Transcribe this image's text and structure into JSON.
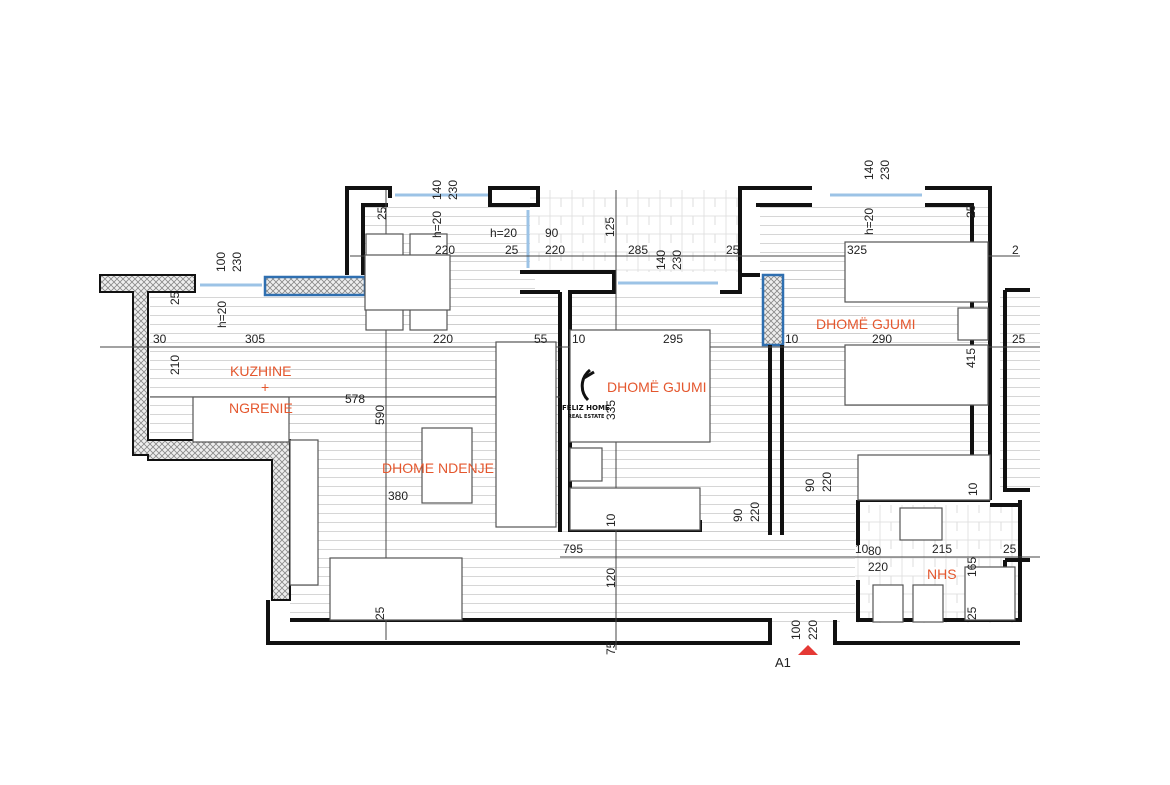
{
  "rooms": {
    "kitchen_line1": "KUZHINE",
    "kitchen_plus": "+",
    "kitchen_line2": "NGRENIE",
    "living": "DHOME NDENJE",
    "bedroom_1": "DHOMË GJUMI",
    "bedroom_2": "DHOMË GJUMI",
    "bathroom": "NHS"
  },
  "logo": {
    "name": "FELIZ HOME",
    "sub": "REAL ESTATE"
  },
  "section_marker": "A1",
  "colors": {
    "room_label": "#e4572e",
    "window": "#9cc3e6",
    "column": "#2f6fb0",
    "marker": "#e53935"
  },
  "dims": [
    "140",
    "230",
    "25",
    "h=20",
    "h=20",
    "90",
    "25",
    "220",
    "125",
    "285",
    "140",
    "230",
    "25",
    "140",
    "230",
    "h=20",
    "25",
    "325",
    "2",
    "100",
    "230",
    "h=20",
    "25",
    "30",
    "305",
    "220",
    "55",
    "10",
    "295",
    "10",
    "290",
    "415",
    "25",
    "210",
    "578",
    "590",
    "335",
    "380",
    "90",
    "220",
    "90",
    "220",
    "10",
    "10",
    "795",
    "120",
    "10",
    "80",
    "215",
    "25",
    "220",
    "165",
    "25",
    "25",
    "100",
    "220",
    "75",
    "220"
  ]
}
